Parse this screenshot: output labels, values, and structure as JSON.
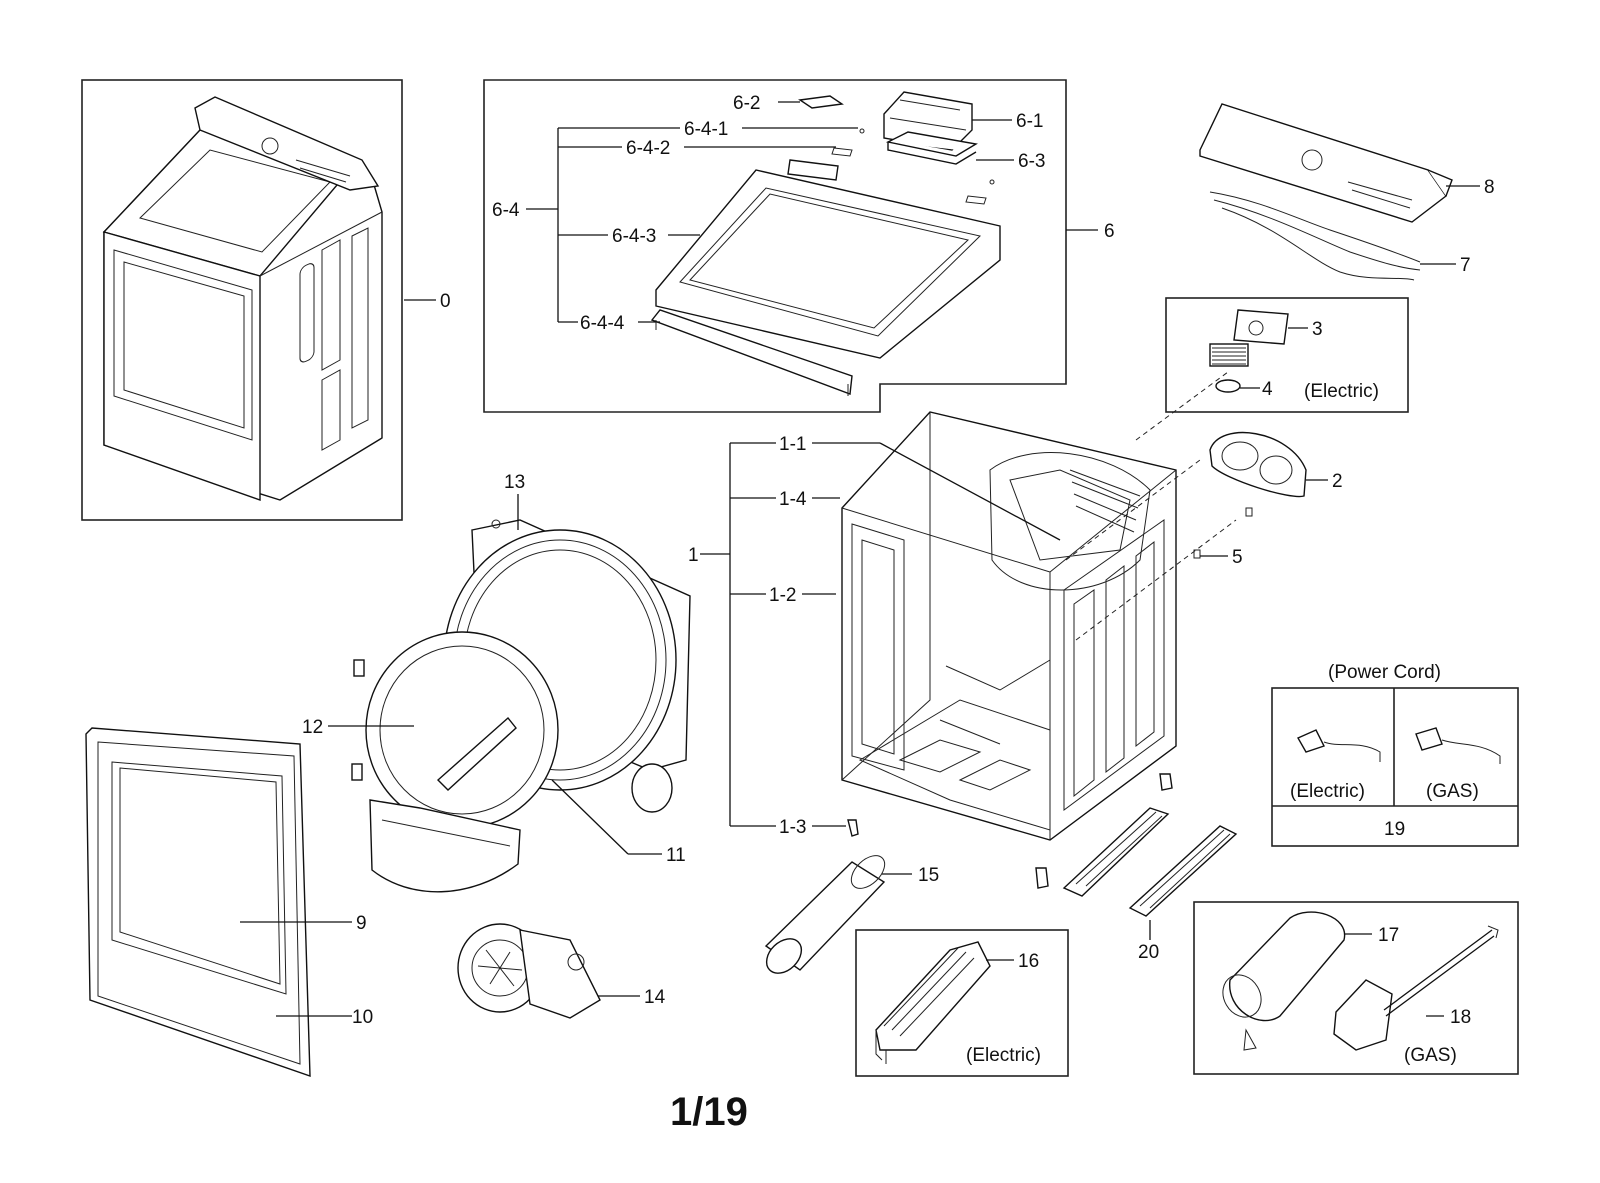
{
  "diagram": {
    "page_number": "1/19",
    "notes": {
      "electric": "(Electric)",
      "gas": "(GAS)",
      "power_cord": "(Power Cord)"
    },
    "callouts": {
      "c0": "0",
      "c1": "1",
      "c1_1": "1-1",
      "c1_2": "1-2",
      "c1_3": "1-3",
      "c1_4": "1-4",
      "c2": "2",
      "c3": "3",
      "c4": "4",
      "c5": "5",
      "c6": "6",
      "c6_1": "6-1",
      "c6_2": "6-2",
      "c6_3": "6-3",
      "c6_4": "6-4",
      "c6_4_1": "6-4-1",
      "c6_4_2": "6-4-2",
      "c6_4_3": "6-4-3",
      "c6_4_4": "6-4-4",
      "c7": "7",
      "c8": "8",
      "c9": "9",
      "c10": "10",
      "c11": "11",
      "c12": "12",
      "c13": "13",
      "c14": "14",
      "c15": "15",
      "c16": "16",
      "c17": "17",
      "c18": "18",
      "c19": "19",
      "c20": "20"
    }
  }
}
